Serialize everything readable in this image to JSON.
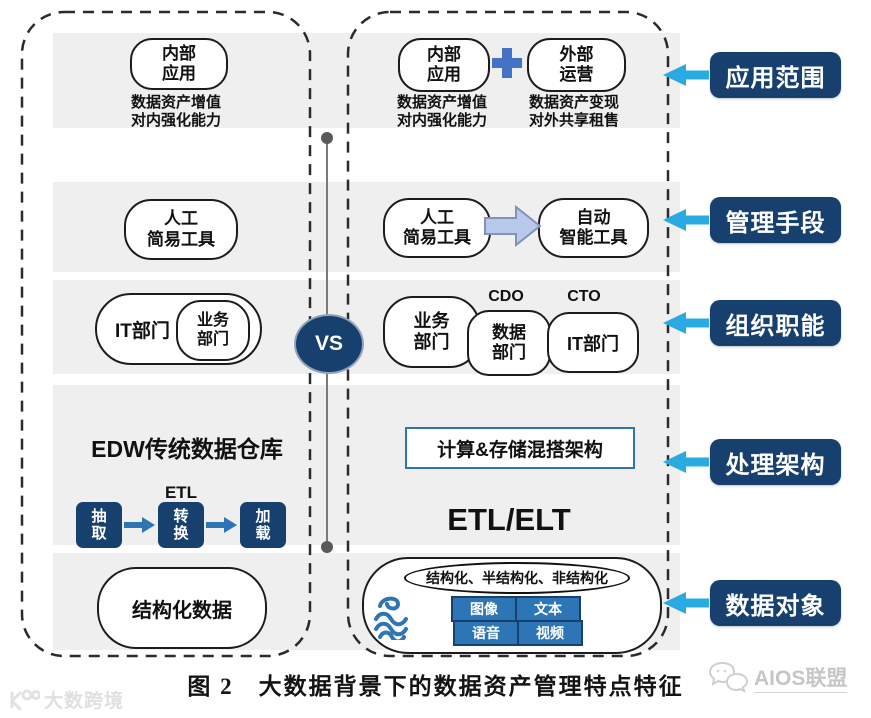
{
  "vs_badge": "VS",
  "dimensions": {
    "labels": [
      "应用范围",
      "管理手段",
      "组织职能",
      "处理架构",
      "数据对象"
    ]
  },
  "left_panel": {
    "application": {
      "pill": "内部\n应用",
      "caption": "数据资产增值\n对内强化能力"
    },
    "tools": {
      "pill": "人工\n简易工具"
    },
    "organization": {
      "outer_pill": "IT部门",
      "inner_pill": "业务\n部门"
    },
    "architecture": {
      "title": "EDW传统数据仓库",
      "etl_label": "ETL",
      "steps": [
        "抽\n取",
        "转\n换",
        "加\n载"
      ]
    },
    "data_objects": {
      "pill": "结构化数据"
    }
  },
  "right_panel": {
    "application": {
      "pill_internal": "内部\n应用",
      "pill_external": "外部\n运营",
      "caption_internal": "数据资产增值\n对内强化能力",
      "caption_external": "数据资产变现\n对外共享租售"
    },
    "tools": {
      "pill_from": "人工\n简易工具",
      "pill_to": "自动\n智能工具"
    },
    "organization": {
      "role_cdo": "CDO",
      "role_cto": "CTO",
      "pill_business": "业务\n部门",
      "pill_data": "数据\n部门",
      "pill_it": "IT部门"
    },
    "architecture": {
      "box": "计算&存储混搭架构",
      "etl": "ETL/ELT"
    },
    "data_objects": {
      "ellipse": "结构化、半结构化、非结构化",
      "types": [
        "图像",
        "文本",
        "语音",
        "视频"
      ]
    }
  },
  "figure": {
    "caption": "图 2　大数据背景下的数据资产管理特点特征"
  },
  "watermarks": {
    "bottom_left": "大数跨境",
    "bottom_right": "AIOS联盟"
  },
  "colors": {
    "navy": "#17406e",
    "cyan_arrow": "#29abe2",
    "plus_blue": "#4472c4",
    "steel_blue": "#2e75b6",
    "block_arrow_fill": "#b9c9e9",
    "band_gray": "#efefef"
  }
}
